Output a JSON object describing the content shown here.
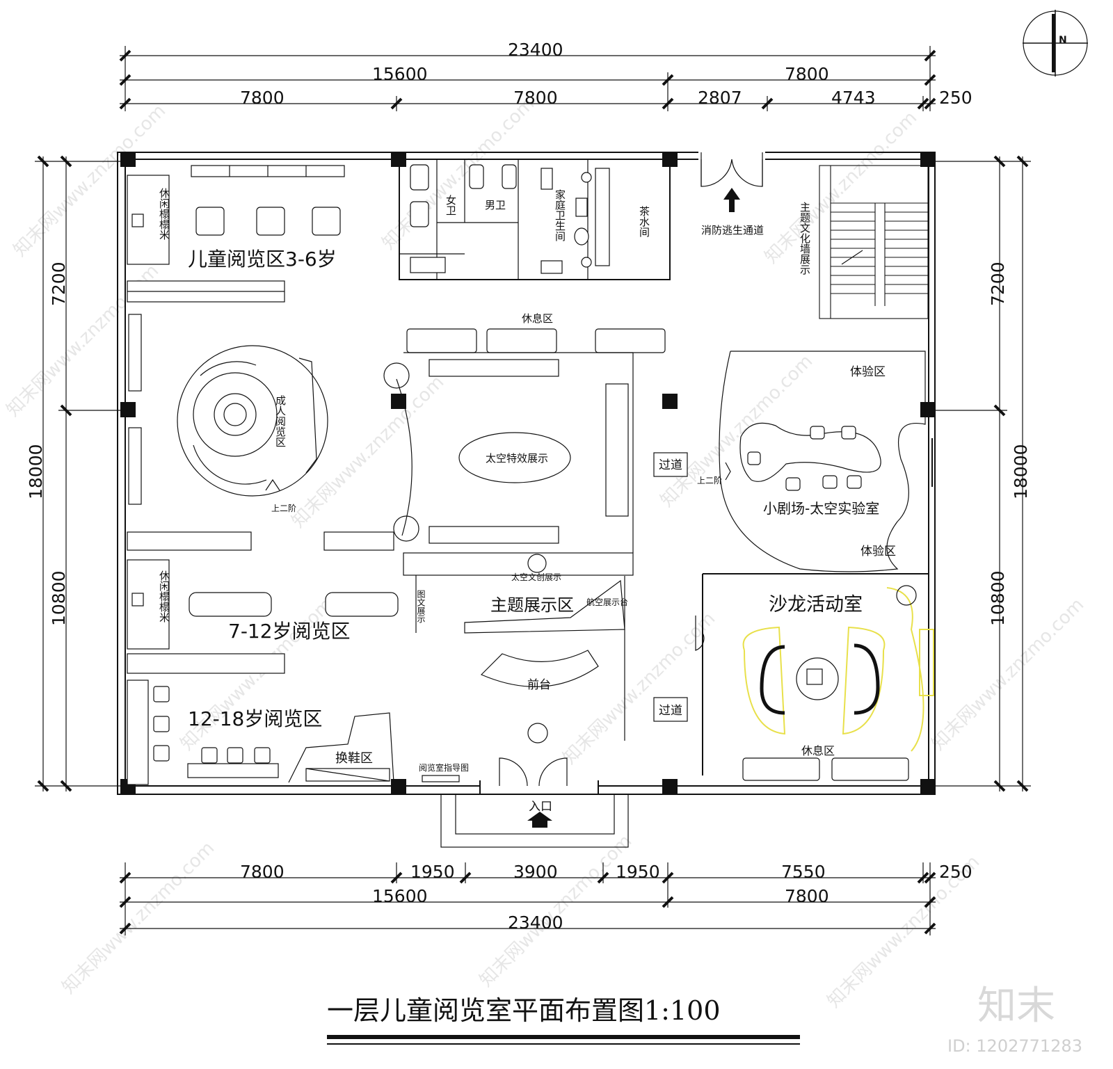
{
  "title": "一层儿童阅览室平面布置图1:100",
  "watermark": {
    "logo": "知末",
    "id": "ID: 1202771283",
    "text": "知末网www.znzmo.com"
  },
  "compass": {
    "label": "N"
  },
  "dimensions": {
    "top": {
      "overall": "23400",
      "row2": [
        "15600",
        "7800"
      ],
      "row3": [
        "7800",
        "7800",
        "2807",
        "4743",
        "250"
      ]
    },
    "bottom": {
      "row1": [
        "7800",
        "1950",
        "3900",
        "1950",
        "7550",
        "250"
      ],
      "row2": [
        "15600",
        "7800"
      ],
      "overall": "23400"
    },
    "left": {
      "overall": "18000",
      "parts": [
        "7200",
        "10800"
      ]
    },
    "right": {
      "overall": "18000",
      "parts": [
        "7200",
        "10800"
      ]
    }
  },
  "rooms": {
    "kids_3_6": "儿童阅览区3-6岁",
    "kids_7_12": "7-12岁阅览区",
    "kids_12_18": "12-18岁阅览区",
    "adult_reading": "成人阅览区",
    "tatami_1": "休闲榻榻米",
    "tatami_2": "休闲榻榻米",
    "women_wc": "女卫",
    "men_wc": "男卫",
    "family_wc": "家庭卫生间",
    "tea_room": "茶水间",
    "fire_exit": "消防逃生通道",
    "theme_wall": "主题文化墙展示",
    "rest_area_top": "休息区",
    "space_effects": "太空特效展示",
    "passage_1": "过道",
    "passage_2": "过道",
    "experience_top": "体验区",
    "experience_bottom": "体验区",
    "theater": "小剧场-太空实验室",
    "salon": "沙龙活动室",
    "rest_area_bottom": "休息区",
    "theme_exhibit": "主题展示区",
    "space_creative": "太空文创展示",
    "aerospace_table": "航空展示台",
    "graphic_display": "图文展示",
    "reception": "前台",
    "shoe_change": "换鞋区",
    "guide_map": "阅览室指导图",
    "entrance": "入口",
    "stairs_up_1": "上二阶",
    "stairs_up_2": "上二阶"
  }
}
